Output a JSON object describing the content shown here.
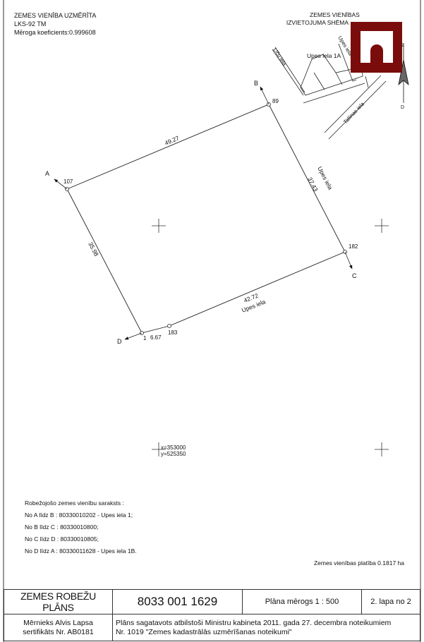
{
  "header": {
    "title": "ZEMES VIENĪBA UZMĒRĪTA",
    "system": "LKS-92 TM",
    "scale_factor": "Mēroga koeficients:0.999608"
  },
  "inset": {
    "title_line1": "ZEMES VIENĪBAS",
    "title_line2": "IZVIETOJUMA SHĒMA",
    "labels": {
      "upes_iela_1a": "Upes iela 1A",
      "licu_iela": "Līču iela",
      "upes_iela": "Upes iela",
      "tallinas_iela": "Tallinas iela"
    },
    "north_label": "Z",
    "south_label": "D",
    "logo_color": "#7b0c0c"
  },
  "plan": {
    "points": {
      "A": "A",
      "B": "B",
      "C": "C",
      "D": "D"
    },
    "point_numbers": {
      "p107": "107",
      "p89": "89",
      "p182": "182",
      "p183": "183",
      "p1": "1"
    },
    "lengths": {
      "ab": "49.27",
      "bc": "37.43",
      "cd": "42.72",
      "da": "35.98",
      "seg_1_183": "6.67"
    },
    "street_labels": {
      "bc": "Upes iela",
      "cd": "Upes iela"
    },
    "coordinates": {
      "x": "x=353000",
      "y": "y=525350"
    }
  },
  "neighbors": {
    "title": "Robežojošo zemes vienību saraksts :",
    "items": [
      "No A līdz B : 80330010202 - Upes iela 1;",
      "No B līdz C : 80330010800;",
      "No C līdz D : 80330010805;",
      "No D līdz A : 80330011628 - Upes iela 1B."
    ]
  },
  "area": "Zemes vienības platība 0.1817 ha",
  "stamp": {
    "doc_title": "ZEMES  ROBEŽU PLĀNS",
    "cadastre_number": "8033 001 1629",
    "scale": "Plāna mērogs 1 : 500",
    "page": "2. lapa no 2",
    "surveyor_line1": "Mērnieks Alvis Lapsa",
    "surveyor_line2": "sertifikāts Nr. AB0181",
    "note_line1": "Plāns sagatavots atbilstoši Ministru kabineta 2011. gada 27. decembra noteikumiem",
    "note_line2": "Nr. 1019 \"Zemes kadastrālās uzmērīšanas noteikumi\""
  }
}
